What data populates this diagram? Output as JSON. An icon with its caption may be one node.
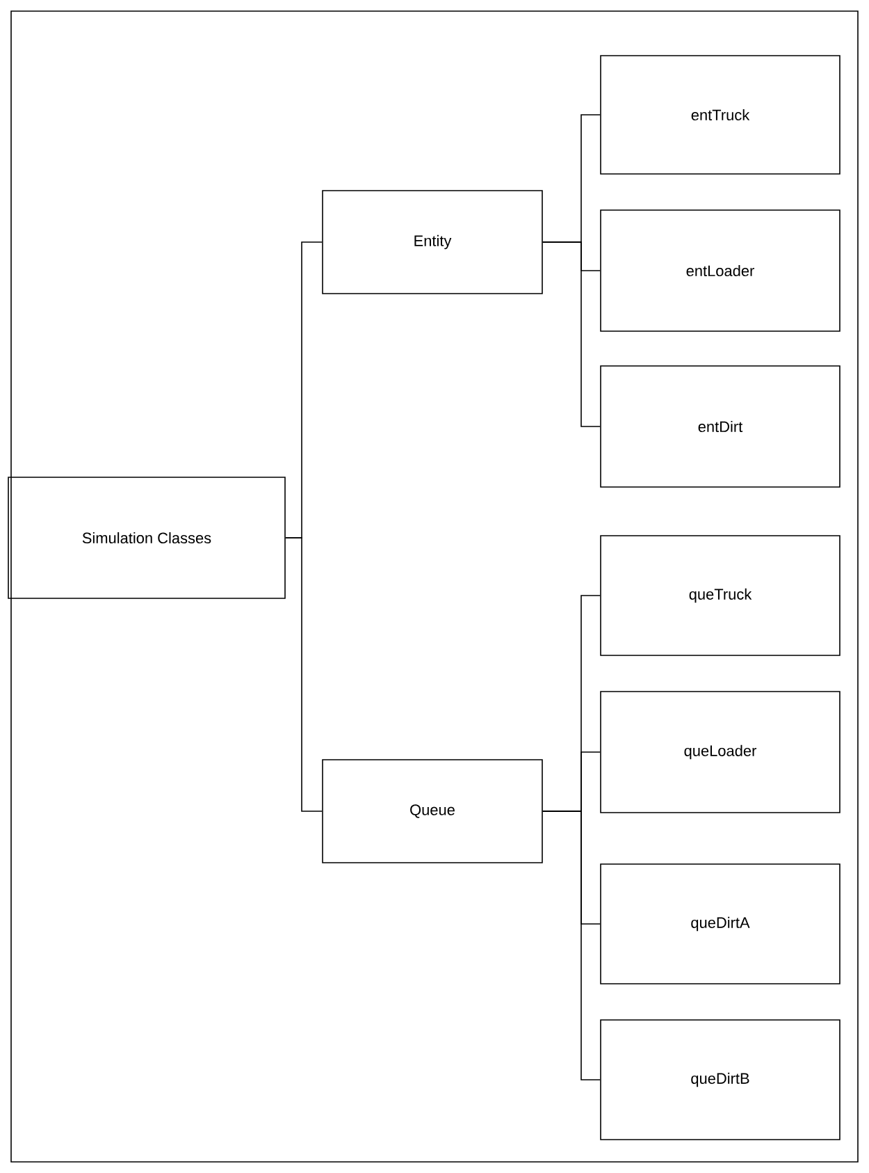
{
  "diagram": {
    "nodes": [
      {
        "text": [
          "Simulation Classes"
        ]
      },
      {
        "text": [
          "Entity"
        ]
      },
      {
        "text": [
          "Queue"
        ]
      },
      {
        "text": [
          "entTruck"
        ]
      },
      {
        "text": [
          "entLoader"
        ]
      },
      {
        "text": [
          "entDirt"
        ]
      },
      {
        "text": [
          "queTruck"
        ]
      },
      {
        "text": [
          "queLoader"
        ]
      },
      {
        "text": [
          "queDirtA"
        ]
      },
      {
        "text": [
          "queDirtB"
        ]
      }
    ],
    "edges": [
      {
        "from": 0,
        "to": 1,
        "arrow": "none"
      },
      {
        "from": 0,
        "to": 2,
        "arrow": "none"
      },
      {
        "from": 1,
        "to": 3,
        "arrow": "none"
      },
      {
        "from": 1,
        "to": 4,
        "arrow": "none"
      },
      {
        "from": 1,
        "to": 5,
        "arrow": "none"
      },
      {
        "from": 2,
        "to": 6,
        "arrow": "none"
      },
      {
        "from": 2,
        "to": 7,
        "arrow": "none"
      },
      {
        "from": 2,
        "to": 8,
        "arrow": "none"
      },
      {
        "from": 2,
        "to": 9,
        "arrow": "none"
      }
    ]
  }
}
